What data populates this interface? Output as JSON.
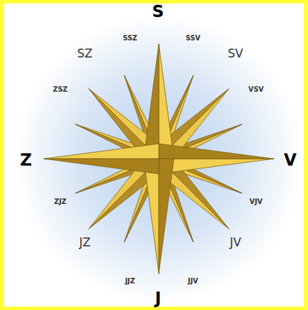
{
  "diagram": {
    "labels": [
      "S",
      "SSZ",
      "SSV",
      "SZ",
      "SV",
      "ZSZ",
      "VSV",
      "Z",
      "V",
      "ZJZ",
      "VJV",
      "JZ",
      "JV",
      "JJZ",
      "JJV",
      "J"
    ]
  }
}
